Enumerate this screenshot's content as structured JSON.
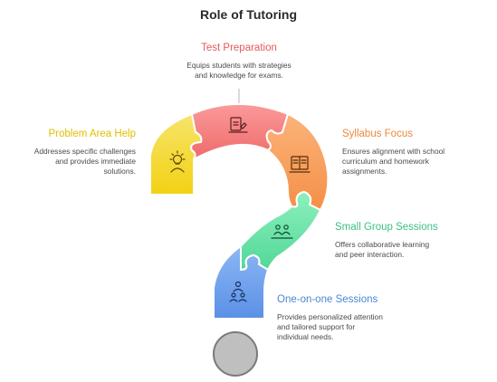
{
  "title": "Role of Tutoring",
  "sections": {
    "test_preparation": {
      "heading": "Test Preparation",
      "description": "Equips students with strategies\nand knowledge for exams.",
      "color": "#e55a5a",
      "icon": "exam-paper-icon"
    },
    "problem_area_help": {
      "heading": "Problem Area Help",
      "description": "Addresses specific challenges\nand provides immediate\nsolutions.",
      "color": "#e0c000",
      "icon": "lightbulb-person-icon"
    },
    "syllabus_focus": {
      "heading": "Syllabus Focus",
      "description": "Ensures alignment with school\ncurriculum and homework\nassignments.",
      "color": "#ea8a3c",
      "icon": "open-book-icon"
    },
    "small_group_sessions": {
      "heading": "Small Group Sessions",
      "description": "Offers collaborative learning\nand peer interaction.",
      "color": "#3cbf86",
      "icon": "group-icon"
    },
    "one_on_one_sessions": {
      "heading": "One-on-one Sessions",
      "description": "Provides personalized attention\nand tailored support for\nindividual needs.",
      "color": "#4a86d4",
      "icon": "tutor-student-icon"
    }
  }
}
